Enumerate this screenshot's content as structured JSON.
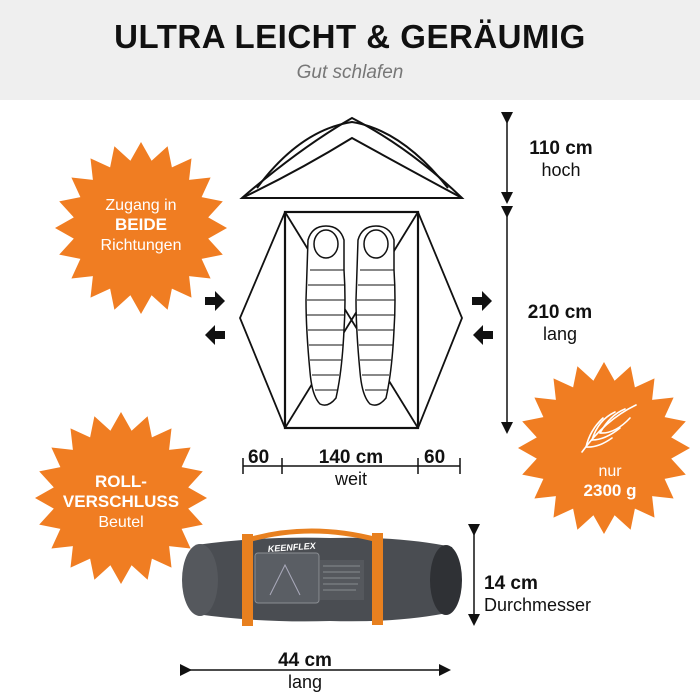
{
  "header": {
    "title": "ULTRA LEICHT & GERÄUMIG",
    "subtitle": "Gut schlafen"
  },
  "badges": {
    "access": {
      "line1": "Zugang in",
      "line2": "BEIDE",
      "line3": "Richtungen"
    },
    "weight": {
      "line1": "nur",
      "line2": "2300 g"
    },
    "bag": {
      "line1": "ROLL-",
      "line2": "VERSCHLUSS",
      "line3": "Beutel"
    }
  },
  "dimensions": {
    "height": {
      "value": "110 cm",
      "unit": "hoch"
    },
    "length": {
      "value": "210 cm",
      "unit": "lang"
    },
    "width": {
      "value": "140 cm",
      "unit": "weit"
    },
    "vestibule_left": "60",
    "vestibule_right": "60",
    "pack_diameter": {
      "value": "14 cm",
      "unit": "Durchmesser"
    },
    "pack_length": {
      "value": "44 cm",
      "unit": "lang"
    }
  },
  "product": {
    "brand": "KEENFLEX"
  },
  "colors": {
    "accent": "#f07d22",
    "header_bg": "#efefef",
    "bag": "#4a4d52",
    "strap": "#e8801f"
  },
  "icons": [
    "feather-icon",
    "arrow-right-icon",
    "arrow-left-icon"
  ]
}
